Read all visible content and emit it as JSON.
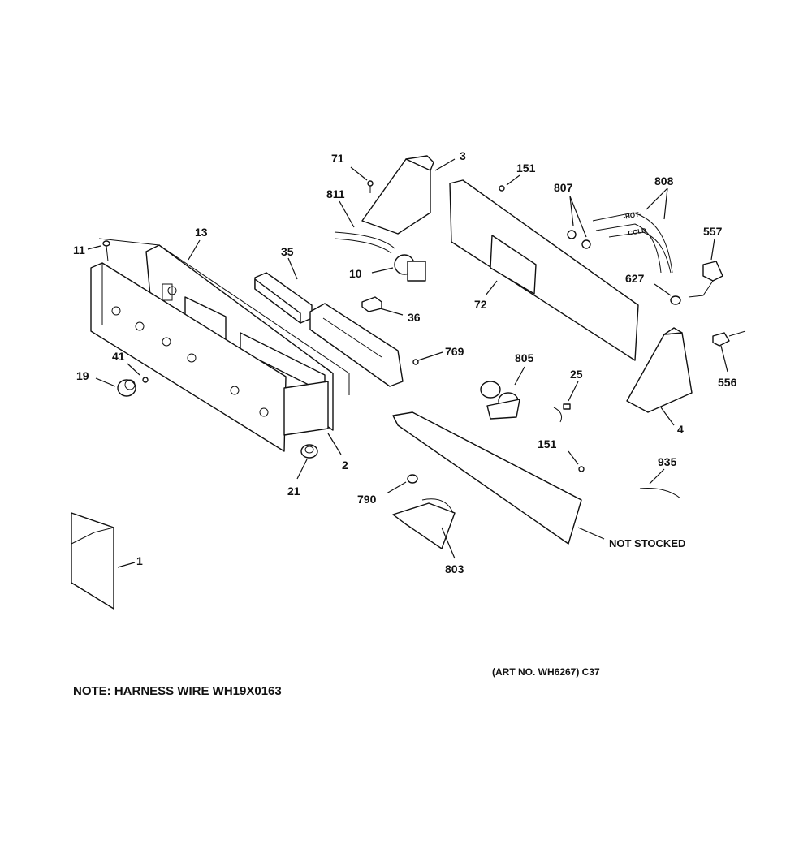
{
  "callouts": {
    "c1": "1",
    "c2": "2",
    "c3": "3",
    "c4": "4",
    "c10": "10",
    "c11": "11",
    "c13": "13",
    "c19": "19",
    "c21": "21",
    "c25": "25",
    "c35": "35",
    "c36": "36",
    "c41": "41",
    "c71": "71",
    "c72": "72",
    "c151a": "151",
    "c151b": "151",
    "c556": "556",
    "c557": "557",
    "c627": "627",
    "c769": "769",
    "c790": "790",
    "c803": "803",
    "c805": "805",
    "c807": "807",
    "c808": "808",
    "c811": "811",
    "c935": "935"
  },
  "labels": {
    "not_stocked": "NOT STOCKED",
    "art_no": "(ART NO. WH6267) C37",
    "harness_note": "NOTE: HARNESS WIRE WH19X0163"
  },
  "hose_text": {
    "hot": "-HOT-",
    "cold": "COLD"
  },
  "colors": {
    "line": "#111111",
    "background": "#ffffff"
  }
}
